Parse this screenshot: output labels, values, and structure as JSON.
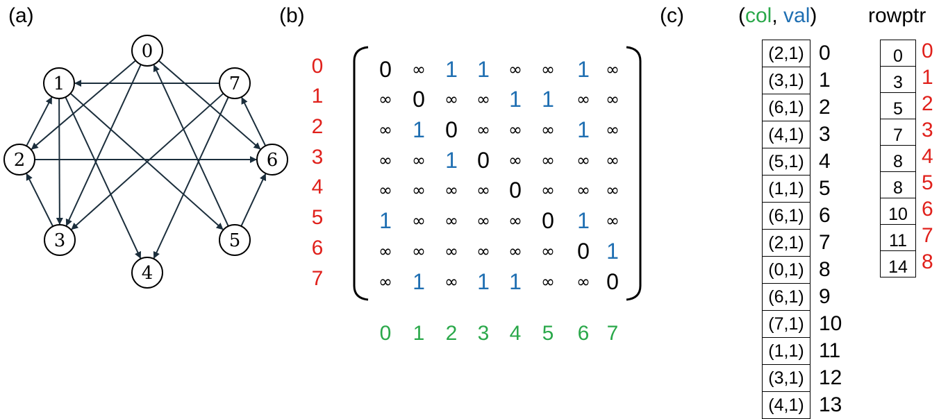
{
  "panels": {
    "a": "(a)",
    "b": "(b)",
    "c": "(c)"
  },
  "graph": {
    "nodes": [
      "0",
      "1",
      "2",
      "3",
      "4",
      "5",
      "6",
      "7"
    ],
    "edges": [
      [
        0,
        2
      ],
      [
        0,
        3
      ],
      [
        0,
        6
      ],
      [
        1,
        3
      ],
      [
        1,
        4
      ],
      [
        1,
        5
      ],
      [
        2,
        1
      ],
      [
        2,
        6
      ],
      [
        3,
        2
      ],
      [
        5,
        0
      ],
      [
        5,
        6
      ],
      [
        6,
        7
      ],
      [
        7,
        1
      ],
      [
        7,
        3
      ],
      [
        7,
        4
      ]
    ]
  },
  "matrix": {
    "rows": [
      [
        "0",
        "∞",
        "1",
        "1",
        "∞",
        "∞",
        "1",
        "∞"
      ],
      [
        "∞",
        "0",
        "∞",
        "∞",
        "1",
        "1",
        "∞",
        "∞"
      ],
      [
        "∞",
        "1",
        "0",
        "∞",
        "∞",
        "∞",
        "1",
        "∞"
      ],
      [
        "∞",
        "∞",
        "1",
        "0",
        "∞",
        "∞",
        "∞",
        "∞"
      ],
      [
        "∞",
        "∞",
        "∞",
        "∞",
        "0",
        "∞",
        "∞",
        "∞"
      ],
      [
        "1",
        "∞",
        "∞",
        "∞",
        "∞",
        "0",
        "1",
        "∞"
      ],
      [
        "∞",
        "∞",
        "∞",
        "∞",
        "∞",
        "∞",
        "0",
        "1"
      ],
      [
        "∞",
        "1",
        "∞",
        "1",
        "1",
        "∞",
        "∞",
        "0"
      ]
    ],
    "row_labels": [
      "0",
      "1",
      "2",
      "3",
      "4",
      "5",
      "6",
      "7"
    ],
    "col_labels": [
      "0",
      "1",
      "2",
      "3",
      "4",
      "5",
      "6",
      "7"
    ]
  },
  "csr": {
    "header_open": "(",
    "header_col": "col",
    "header_comma": ", ",
    "header_val": "val",
    "header_close": ")",
    "rowptr_title": "rowptr",
    "entries": [
      "(2,1)",
      "(3,1)",
      "(6,1)",
      "(4,1)",
      "(5,1)",
      "(1,1)",
      "(6,1)",
      "(2,1)",
      "(0,1)",
      "(6,1)",
      "(7,1)",
      "(1,1)",
      "(3,1)",
      "(4,1)"
    ],
    "entry_indices": [
      "0",
      "1",
      "2",
      "3",
      "4",
      "5",
      "6",
      "7",
      "8",
      "9",
      "10",
      "11",
      "12",
      "13"
    ],
    "rowptr": [
      "0",
      "3",
      "5",
      "7",
      "8",
      "8",
      "10",
      "11",
      "14"
    ],
    "rowptr_indices": [
      "0",
      "1",
      "2",
      "3",
      "4",
      "5",
      "6",
      "7",
      "8"
    ]
  },
  "colors": {
    "red": "#e0201b",
    "green": "#2aa84a",
    "blue": "#1f6fb2",
    "black": "#000000",
    "arrow": "#1b2e3c"
  }
}
